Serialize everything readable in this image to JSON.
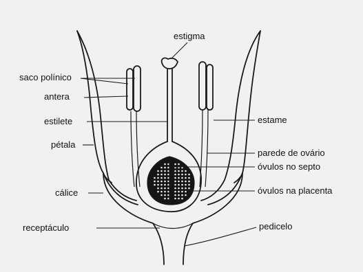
{
  "diagram": {
    "labels": {
      "estigma": "estigma",
      "saco_polinico": "saco polínico",
      "antera": "antera",
      "estilete": "estilete",
      "petala": "pétala",
      "calice": "cálice",
      "receptaculo": "receptáculo",
      "estame": "estame",
      "parede_ovario": "parede de ovário",
      "ovulos_septo": "óvulos no septo",
      "ovulos_placenta": "óvulos na placenta",
      "pedicelo": "pedicelo"
    },
    "colors": {
      "background": "#f1f1f1",
      "ink": "#1a1a1a",
      "ovary_fill": "#151515",
      "ovule_dots": "#f1f1f1"
    }
  }
}
